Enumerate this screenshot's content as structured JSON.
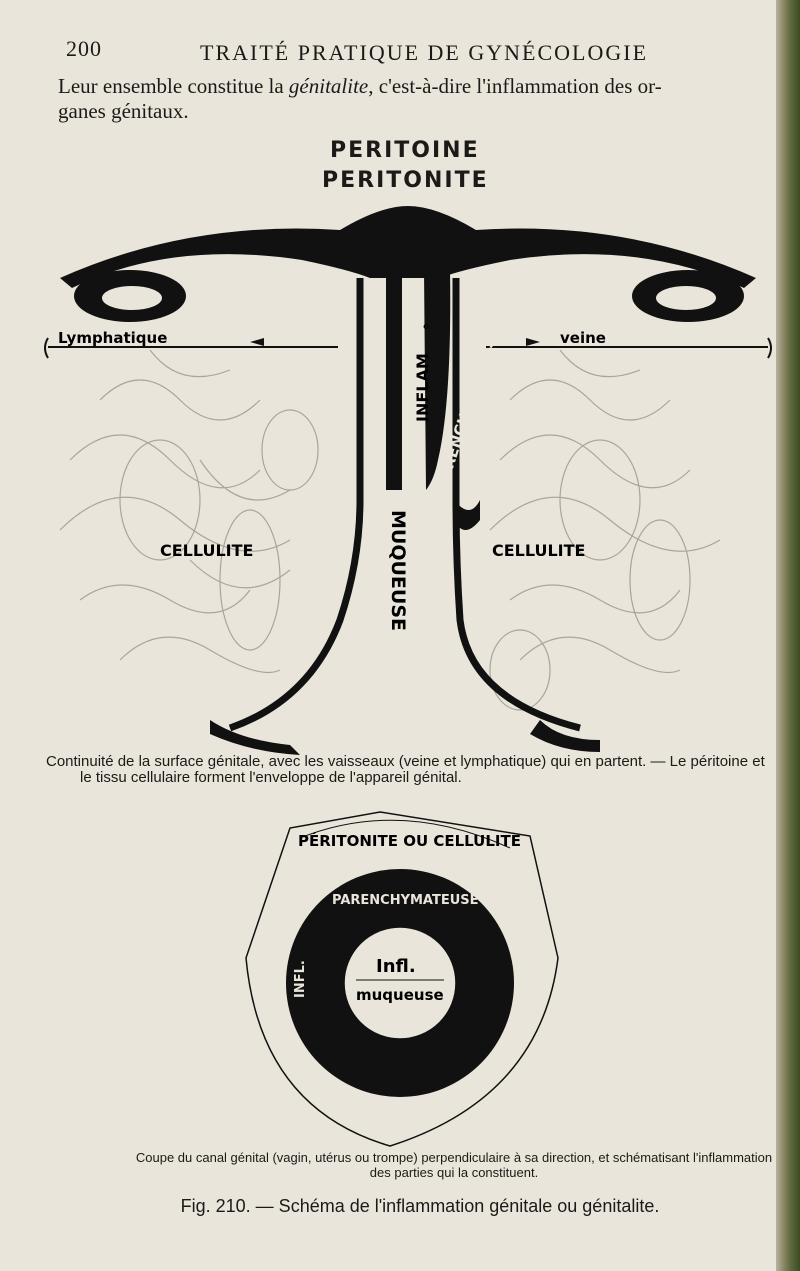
{
  "header": {
    "page_number": "200",
    "book_title": "TRAITÉ PRATIQUE DE GYNÉCOLOGIE"
  },
  "intro": {
    "line1_a": "Leur ensemble constitue la ",
    "line1_em": "génitalite",
    "line1_b": ", c'est-à-dire l'inflammation des or-",
    "line2": "ganes génitaux."
  },
  "headings": {
    "peritoine": "PERITOINE",
    "peritonite": "PERITONITE"
  },
  "figure1": {
    "label_lymphatique": "Lymphatique",
    "label_veine": "veine",
    "label_inflammation": "INFLAM",
    "label_degree": "°",
    "label_parenchymateuse": "PARENCHYMATEUSE",
    "label_muqueuse": "MUQUEUSE",
    "label_cellulite_left": "CELLULITE",
    "label_cellulite_right": "CELLULITE"
  },
  "caption1": {
    "line1": "Continuité de la surface génitale, avec les vaisseaux (veine et lymphatique) qui en partent. — Le péritoine et",
    "line2": "le tissu cellulaire forment l'enveloppe de l'appareil génital."
  },
  "figure2": {
    "label_outer": "PÉRITONITE OU CELLULITE",
    "label_parenchymateuse": "PARENCHYMATEUSE",
    "label_infl_left": "INFL.",
    "label_infl_inner": "Infl.",
    "label_muqueuse": "muqueuse"
  },
  "caption2": {
    "line1": "Coupe du canal génital (vagin, utérus ou trompe) perpendiculaire à sa direction, et schématisant l'inflammation",
    "line2": "des parties qui la constituent."
  },
  "figure_title": "Fig. 210. — Schéma de l'inflammation génitale ou génitalite."
}
